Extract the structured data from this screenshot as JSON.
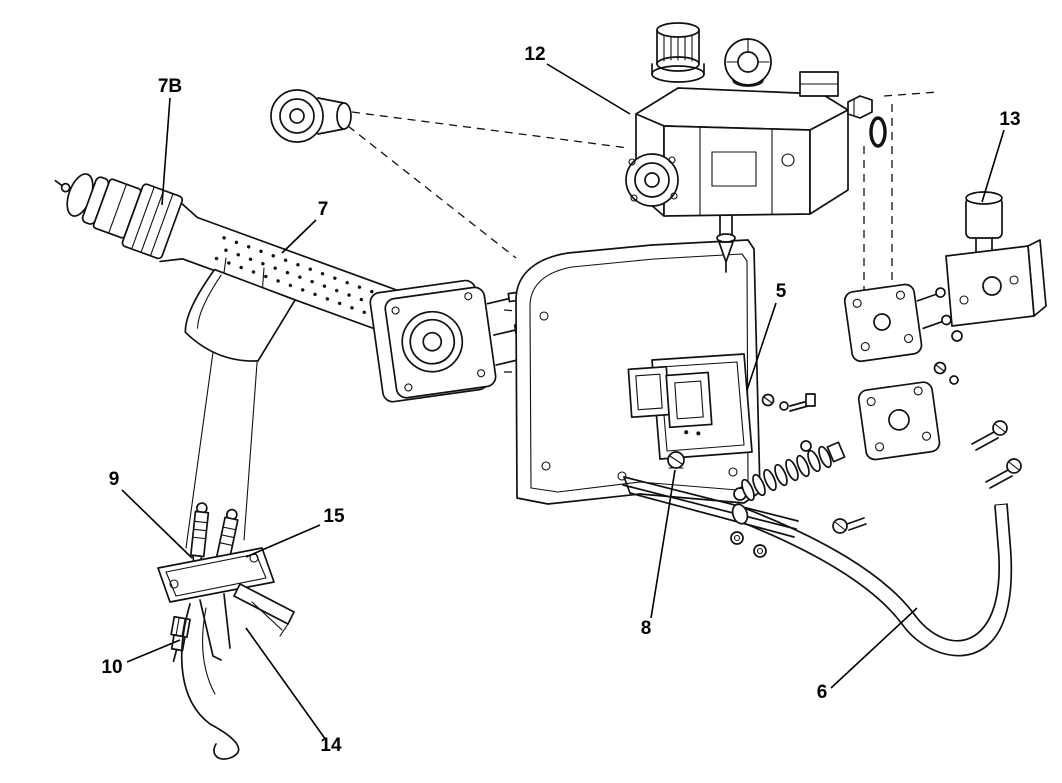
{
  "figure": {
    "background": "#ffffff",
    "ink": "#111111"
  },
  "callouts": [
    {
      "id": "7B",
      "text": "7B"
    },
    {
      "id": "7",
      "text": "7"
    },
    {
      "id": "12",
      "text": "12"
    },
    {
      "id": "13",
      "text": "13"
    },
    {
      "id": "5",
      "text": "5"
    },
    {
      "id": "9",
      "text": "9"
    },
    {
      "id": "15",
      "text": "15"
    },
    {
      "id": "10",
      "text": "10"
    },
    {
      "id": "14",
      "text": "14"
    },
    {
      "id": "8",
      "text": "8"
    },
    {
      "id": "6",
      "text": "6"
    }
  ]
}
